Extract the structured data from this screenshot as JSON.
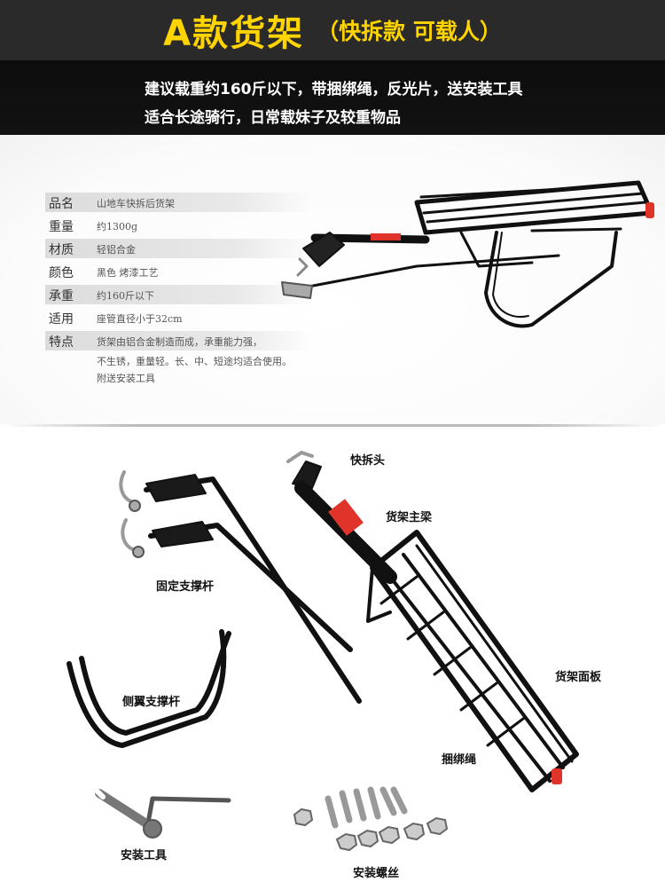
{
  "header": {
    "title": "A款货架",
    "subtitle": "（快拆款  可载人）",
    "line1": "建议载重约160斤以下，带捆绑绳，反光片，送安装工具",
    "line2": "适合长途骑行，日常载妹子及较重物品"
  },
  "specs": [
    {
      "label": "品名",
      "value": "山地车快拆后货架",
      "shaded": true
    },
    {
      "label": "重量",
      "value": "约1300g",
      "shaded": false
    },
    {
      "label": "材质",
      "value": "轻铝合金",
      "shaded": true
    },
    {
      "label": "颜色",
      "value": "黑色 烤漆工艺",
      "shaded": false
    },
    {
      "label": "承重",
      "value": "约160斤以下",
      "shaded": true
    },
    {
      "label": "适用",
      "value": "座管直径小于32cm",
      "shaded": false
    },
    {
      "label": "特点",
      "value": "货架由铝合金制造而成，承重能力强，",
      "shaded": true
    }
  ],
  "specs_extra": [
    "不生锈，重量轻。长、中、短途均适合使用。",
    "附送安装工具"
  ],
  "parts": {
    "quick_release": "快拆头",
    "main_beam": "货架主梁",
    "support_rod": "固定支撑杆",
    "rack_panel": "货架面板",
    "side_rod": "侧翼支撑杆",
    "strap": "捆绑绳",
    "tool": "安装工具",
    "screws": "安装螺丝"
  },
  "colors": {
    "title": "#ffd400",
    "header_bg": "#1c1c1c",
    "reflector": "#e0342a",
    "metal": "#111111"
  }
}
